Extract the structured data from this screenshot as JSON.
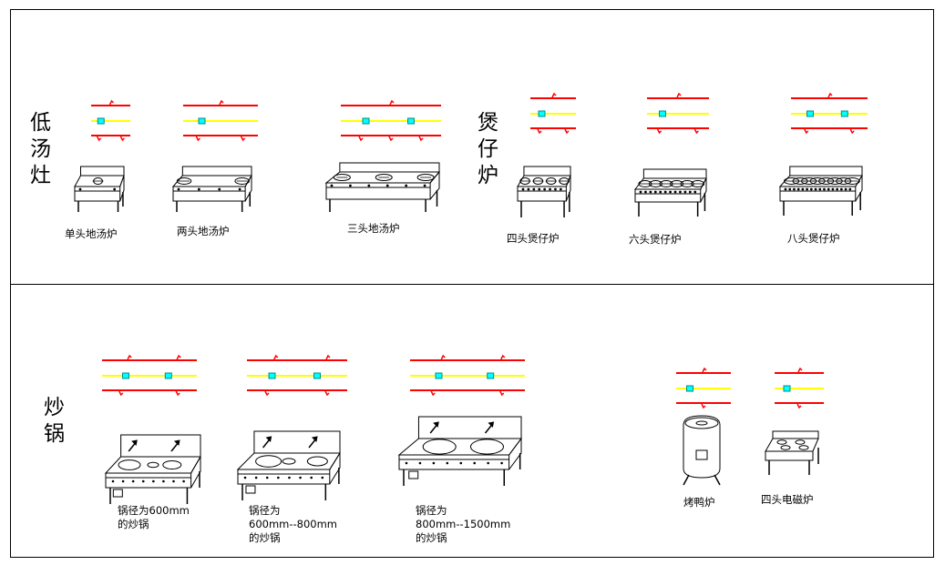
{
  "sections": [
    {
      "category": [
        "低",
        "汤",
        "灶"
      ],
      "items": [
        {
          "label": [
            "单头地汤炉"
          ],
          "device": "stove-1",
          "pipes": {
            "gas": 1,
            "water": 1,
            "drain": 2
          }
        },
        {
          "label": [
            "两头地汤炉"
          ],
          "device": "stove-2",
          "pipes": {
            "gas": 1,
            "water": 1,
            "drain": 2
          }
        },
        {
          "label": [
            "三头地汤炉"
          ],
          "device": "stove-3",
          "pipes": {
            "gas": 1,
            "water": 2,
            "drain": 3
          }
        }
      ]
    },
    {
      "category": [
        "煲",
        "仔",
        "炉"
      ],
      "items": [
        {
          "label": [
            "四头煲仔炉"
          ],
          "device": "claypot-4",
          "pipes": {
            "gas": 1,
            "water": 1,
            "drain": 2
          }
        },
        {
          "label": [
            "六头煲仔炉"
          ],
          "device": "claypot-6",
          "pipes": {
            "gas": 1,
            "water": 1,
            "drain": 2
          }
        },
        {
          "label": [
            "八头煲仔炉"
          ],
          "device": "claypot-8",
          "pipes": {
            "gas": 1,
            "water": 2,
            "drain": 2
          }
        }
      ]
    },
    {
      "category": [
        "炒",
        "锅"
      ],
      "items": [
        {
          "label": [
            "锅径为600mm",
            "的炒锅"
          ],
          "device": "wok-600",
          "pipes": {
            "gas": 2,
            "water": 2,
            "drain": 2
          }
        },
        {
          "label": [
            "锅径为",
            "600mm--800mm",
            "的炒锅"
          ],
          "device": "wok-800",
          "pipes": {
            "gas": 2,
            "water": 2,
            "drain": 2
          }
        },
        {
          "label": [
            "锅径为",
            "800mm--1500mm",
            "的炒锅"
          ],
          "device": "wok-1500",
          "pipes": {
            "gas": 2,
            "water": 2,
            "drain": 2
          }
        },
        {
          "label": [
            "烤鸭炉"
          ],
          "device": "duck-oven",
          "pipes": {
            "gas": 1,
            "water": 1,
            "drain": 1
          }
        },
        {
          "label": [
            "四头电磁炉"
          ],
          "device": "induction-4",
          "pipes": {
            "gas": 1,
            "water": 1,
            "drain": 1
          }
        }
      ]
    }
  ],
  "colors": {
    "gas_line": "#ff0000",
    "water_line": "#ffff00",
    "fitting": "#00ffff",
    "ink": "#000000",
    "border": "#000000"
  }
}
